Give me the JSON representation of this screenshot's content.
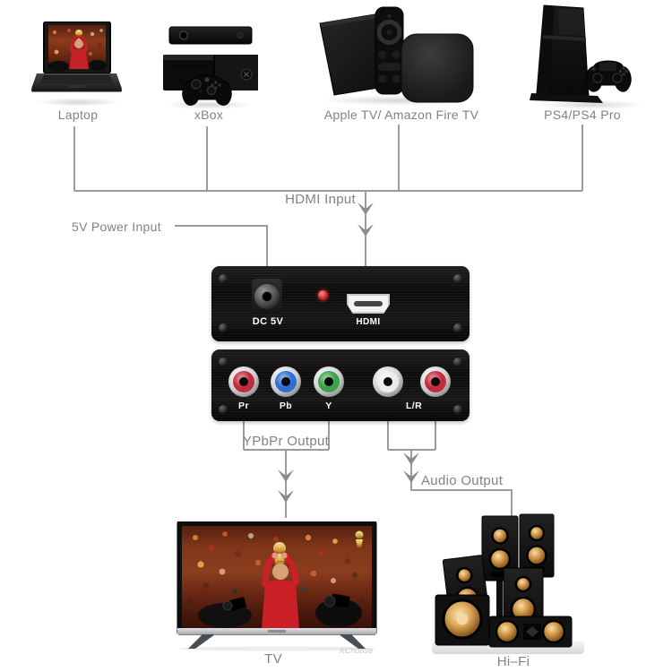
{
  "sources": {
    "laptop": {
      "label": "Laptop"
    },
    "xbox": {
      "label": "xBox"
    },
    "apple_tv": {
      "label": "Apple TV/ Amazon Fire TV"
    },
    "ps4": {
      "label": "PS4/PS4 Pro"
    }
  },
  "connections": {
    "hdmi_input": "HDMI Input",
    "power_input": "5V Power Input",
    "ypbpr_output": "YPbPr Output",
    "audio_output": "Audio Output"
  },
  "converter": {
    "top_panel": {
      "dc_label": "DC 5V",
      "hdmi_label": "HDMI"
    },
    "bottom_panel": {
      "pr": "Pr",
      "pb": "Pb",
      "y": "Y",
      "lr": "L/R"
    }
  },
  "sinks": {
    "tv": {
      "label": "TV"
    },
    "hifi": {
      "label": "Hi–Fi"
    }
  },
  "watermark": "KChoose",
  "colors": {
    "line": "#9b9b9b",
    "arrow": "#8a8a8a",
    "text": "#828282",
    "led": "#d42a2a",
    "pr": "#c22b3b",
    "pb": "#2e6ed2",
    "yy": "#3ba24b",
    "lw": "#ececec",
    "rr": "#c22b3b"
  }
}
